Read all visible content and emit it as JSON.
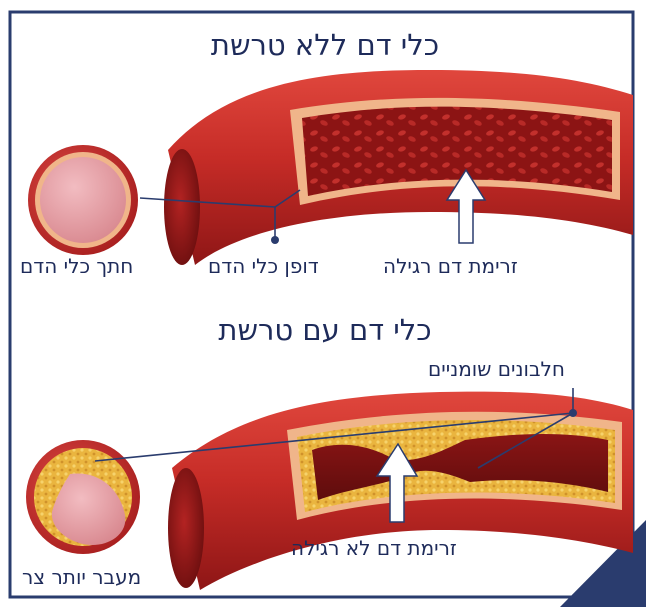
{
  "diagram": {
    "healthy": {
      "title": "כלי דם ללא טרשת",
      "label_cross_section": "חתך כלי הדם",
      "label_wall": "דופן כלי הדם",
      "label_flow": "זרימת דם רגילה"
    },
    "diseased": {
      "title": "כלי דם עם טרשת",
      "label_plaque": "חלבונים שומניים",
      "label_flow": "זרימת דם לא רגילה",
      "label_narrow": "מעבר יותר צר"
    },
    "colors": {
      "border": "#2a3c6e",
      "vessel_outer": "#c7302a",
      "vessel_dark": "#7e1212",
      "wall": "#f0b58a",
      "plaque": "#e8b13a",
      "lumen": "#e7a1a7",
      "text": "#1e2b5a"
    }
  }
}
